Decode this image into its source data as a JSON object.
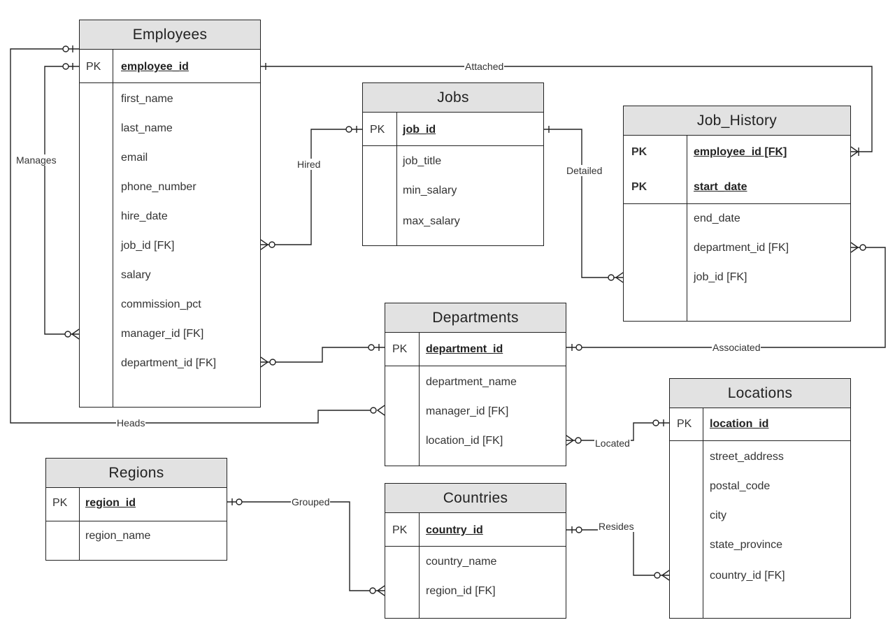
{
  "entities": {
    "employees": {
      "title": "Employees",
      "pk_tag": "PK",
      "pk_field": "employee_id",
      "fields": [
        "first_name",
        "last_name",
        "email",
        "phone_number",
        "hire_date",
        "job_id [FK]",
        "salary",
        "commission_pct",
        "manager_id [FK]",
        "department_id [FK]"
      ]
    },
    "jobs": {
      "title": "Jobs",
      "pk_tag": "PK",
      "pk_field": "job_id",
      "fields": [
        "job_title",
        "min_salary",
        "max_salary"
      ]
    },
    "job_history": {
      "title": "Job_History",
      "pk_tags": [
        "PK",
        "PK"
      ],
      "pk_fields": [
        "employee_id [FK]",
        "start_date"
      ],
      "fields": [
        "end_date",
        "department_id [FK]",
        "job_id [FK]"
      ]
    },
    "departments": {
      "title": "Departments",
      "pk_tag": "PK",
      "pk_field": "department_id",
      "fields": [
        "department_name",
        "manager_id [FK]",
        "location_id [FK]"
      ]
    },
    "locations": {
      "title": "Locations",
      "pk_tag": "PK",
      "pk_field": "location_id",
      "fields": [
        "street_address",
        "postal_code",
        "city",
        "state_province",
        "country_id [FK]"
      ]
    },
    "regions": {
      "title": "Regions",
      "pk_tag": "PK",
      "pk_field": "region_id",
      "fields": [
        "region_name"
      ]
    },
    "countries": {
      "title": "Countries",
      "pk_tag": "PK",
      "pk_field": "country_id",
      "fields": [
        "country_name",
        "region_id [FK]"
      ]
    }
  },
  "relationships": {
    "manages": "Manages",
    "attached": "Attached",
    "hired": "Hired",
    "detailed": "Detailed",
    "associated": "Associated",
    "heads": "Heads",
    "located": "Located",
    "grouped": "Grouped",
    "resides": "Resides"
  }
}
